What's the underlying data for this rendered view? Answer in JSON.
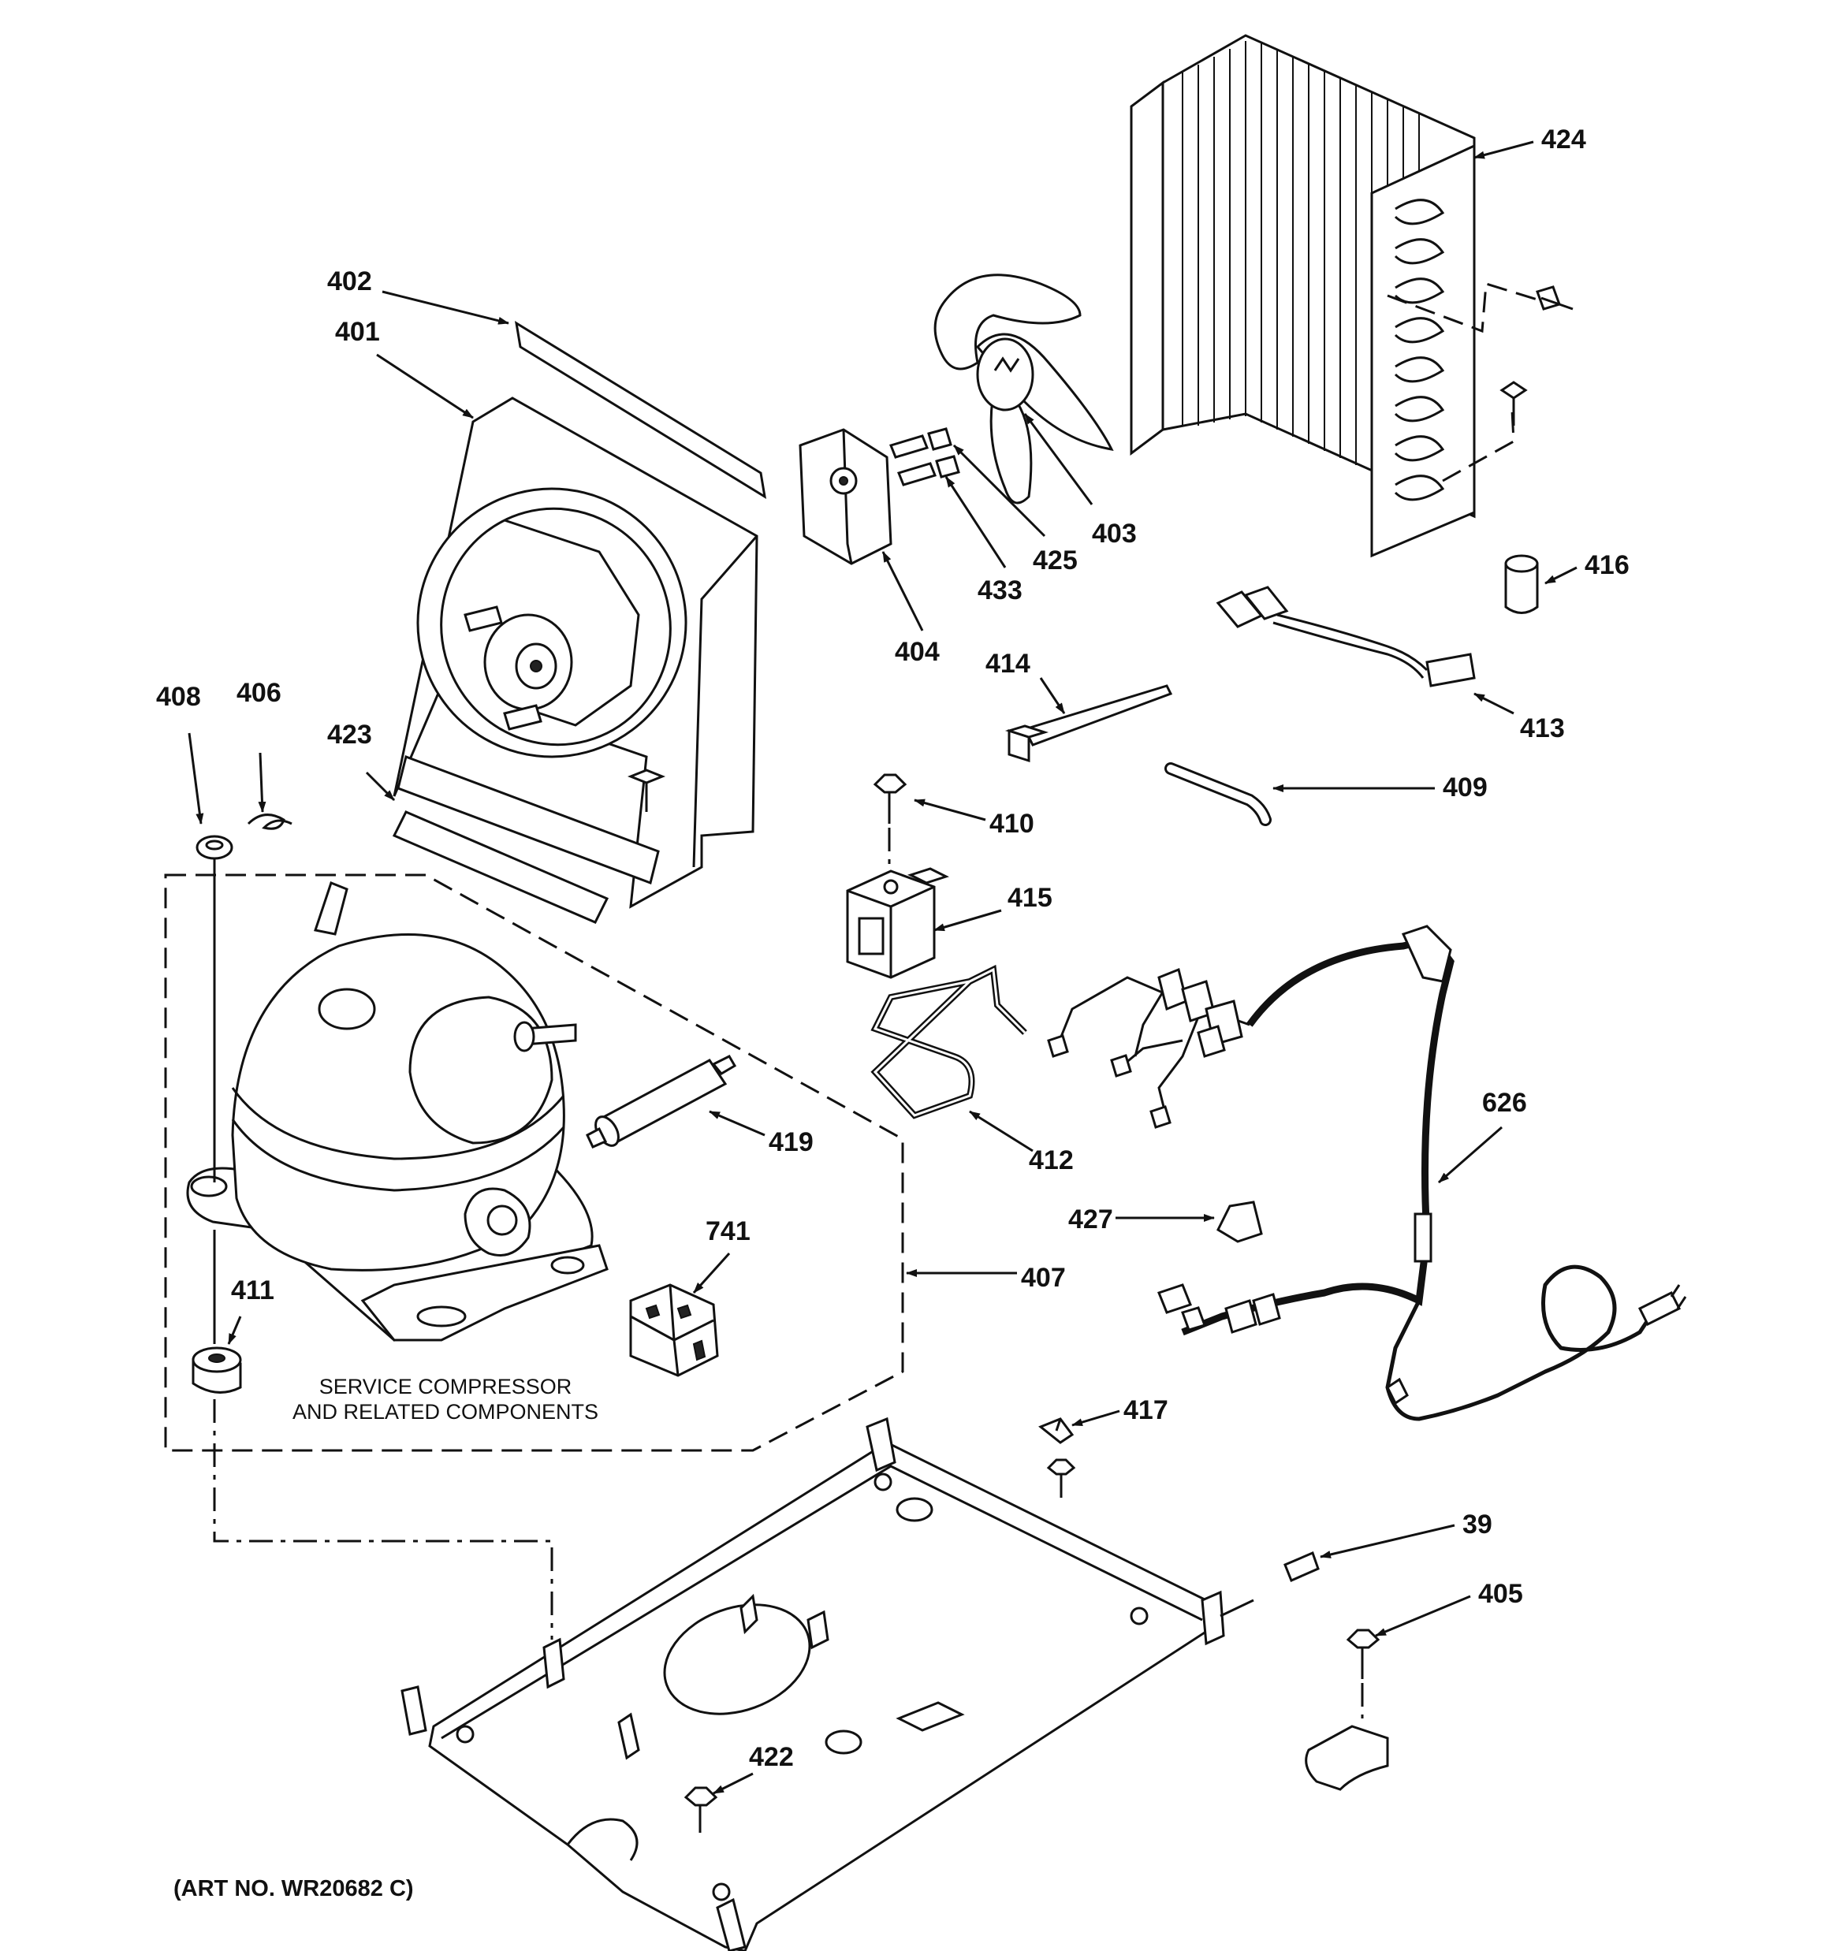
{
  "diagram": {
    "callouts": [
      {
        "id": "402",
        "text": "402"
      },
      {
        "id": "401",
        "text": "401"
      },
      {
        "id": "404",
        "text": "404"
      },
      {
        "id": "433",
        "text": "433"
      },
      {
        "id": "425",
        "text": "425"
      },
      {
        "id": "403",
        "text": "403"
      },
      {
        "id": "424",
        "text": "424"
      },
      {
        "id": "416",
        "text": "416"
      },
      {
        "id": "413",
        "text": "413"
      },
      {
        "id": "414",
        "text": "414"
      },
      {
        "id": "409",
        "text": "409"
      },
      {
        "id": "410",
        "text": "410"
      },
      {
        "id": "415",
        "text": "415"
      },
      {
        "id": "408",
        "text": "408"
      },
      {
        "id": "406",
        "text": "406"
      },
      {
        "id": "423",
        "text": "423"
      },
      {
        "id": "411",
        "text": "411"
      },
      {
        "id": "419",
        "text": "419"
      },
      {
        "id": "741",
        "text": "741"
      },
      {
        "id": "407",
        "text": "407"
      },
      {
        "id": "412",
        "text": "412"
      },
      {
        "id": "626",
        "text": "626"
      },
      {
        "id": "427",
        "text": "427"
      },
      {
        "id": "417",
        "text": "417"
      },
      {
        "id": "39",
        "text": "39"
      },
      {
        "id": "405",
        "text": "405"
      },
      {
        "id": "422",
        "text": "422"
      }
    ],
    "service_note_line1": "SERVICE COMPRESSOR",
    "service_note_line2": "AND RELATED COMPONENTS",
    "art_number": "(ART NO. WR20682 C)"
  }
}
